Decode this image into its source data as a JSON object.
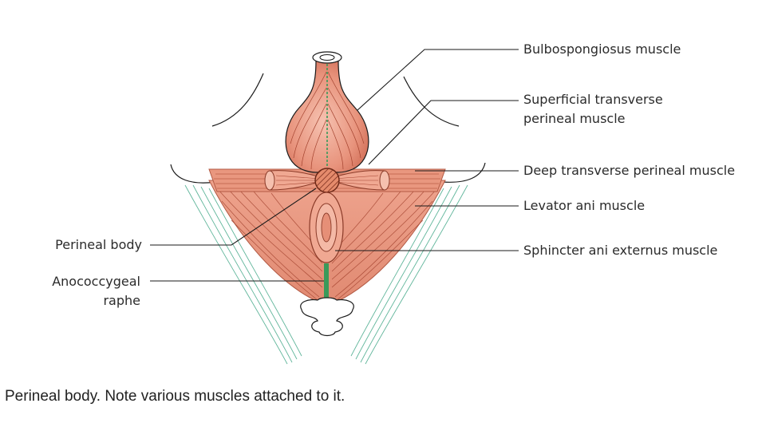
{
  "labels": {
    "bulbospongiosus": "Bulbospongiosus muscle",
    "superficial_transverse_1": "Superficial transverse",
    "superficial_transverse_2": "perineal muscle",
    "deep_transverse": "Deep transverse perineal muscle",
    "levator_ani": "Levator ani muscle",
    "sphincter_ani": "Sphincter ani externus muscle",
    "perineal_body": "Perineal body",
    "anococcygeal_1": "Anococcygeal",
    "anococcygeal_2": "raphe"
  },
  "caption": "Perineal body. Note various muscles attached to it.",
  "colors": {
    "muscle": "#e8937c",
    "muscle_light": "#f4b9a6",
    "muscle_dark": "#c9604a",
    "fiber": "#a4432f",
    "raphe": "#3a9a5a",
    "fascia": "#5fb59a",
    "outline": "#1a1a1a",
    "leader": "#1a1a1a"
  }
}
